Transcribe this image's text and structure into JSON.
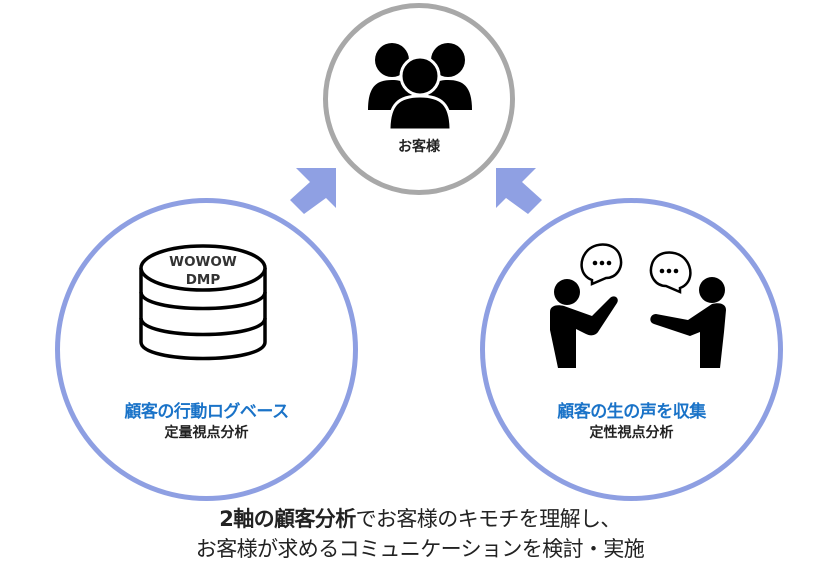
{
  "top_node": {
    "icon": "group-people-icon",
    "label": "お客様"
  },
  "left_node": {
    "icon": "database-icon",
    "db_label_line1": "WOWOW",
    "db_label_line2": "DMP",
    "title": "顧客の行動ログベース",
    "subtitle": "定量視点分析"
  },
  "right_node": {
    "icon": "conversation-icon",
    "title": "顧客の生の声を収集",
    "subtitle": "定性視点分析"
  },
  "arrows": [
    {
      "name": "left-to-top",
      "direction": "up-right"
    },
    {
      "name": "right-to-top",
      "direction": "up-left"
    }
  ],
  "footer": {
    "line1_bold": "2軸の顧客分析",
    "line1_rest": "でお客様のキモチを理解し、",
    "line2": "お客様が求めるコミュニケーションを検討・実施"
  },
  "colors": {
    "accent_circle": "#8e9fe2",
    "arrow": "#8fa0e3",
    "top_circle": "#a8a8a8",
    "title_blue": "#1a73c8",
    "text": "#222222"
  }
}
